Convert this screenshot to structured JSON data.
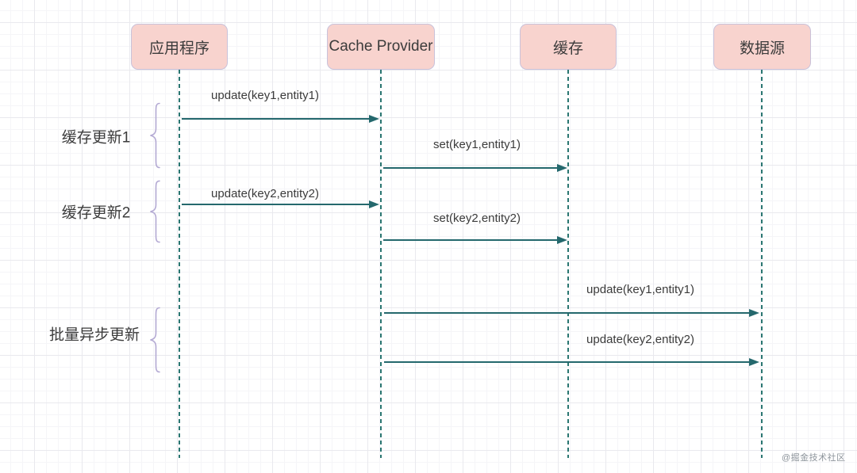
{
  "diagram": {
    "type": "sequence-diagram",
    "actors": [
      {
        "name": "应用程序"
      },
      {
        "name": "Cache Provider"
      },
      {
        "name": "缓存"
      },
      {
        "name": "数据源"
      }
    ],
    "groups": [
      {
        "label": "缓存更新1"
      },
      {
        "label": "缓存更新2"
      },
      {
        "label": "批量异步更新"
      }
    ],
    "messages": [
      {
        "label": "update(key1,entity1)",
        "from": "应用程序",
        "to": "Cache Provider"
      },
      {
        "label": "set(key1,entity1)",
        "from": "Cache Provider",
        "to": "缓存"
      },
      {
        "label": "update(key2,entity2)",
        "from": "应用程序",
        "to": "Cache Provider"
      },
      {
        "label": "set(key2,entity2)",
        "from": "Cache Provider",
        "to": "缓存"
      },
      {
        "label": "update(key1,entity1)",
        "from": "Cache Provider",
        "to": "数据源"
      },
      {
        "label": "update(key2,entity2)",
        "from": "Cache Provider",
        "to": "数据源"
      }
    ],
    "watermark": "@掘金技术社区",
    "colors": {
      "actor_fill": "#f8d3ce",
      "actor_border": "#c9c2da",
      "message_arrow": "#24686d",
      "lifeline": "#2a7671",
      "brace": "#b3a9d3",
      "text": "#3b3b3b",
      "watermark_text": "#8d949b"
    }
  }
}
